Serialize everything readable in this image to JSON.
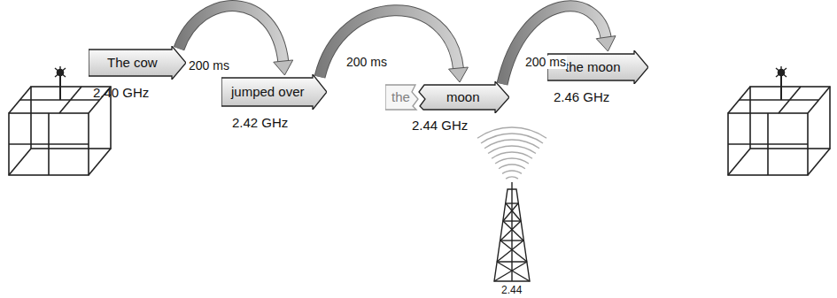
{
  "diagram": {
    "nodes": [
      {
        "text": [
          "The cow",
          "2.40 GHz"
        ]
      },
      {
        "text": [
          "jumped over",
          "2.42 GHz"
        ]
      },
      {
        "text": [
          "the",
          "moon",
          "2.44 GHz"
        ]
      },
      {
        "text": [
          "the moon",
          "2.46 GHz"
        ]
      }
    ],
    "edges": [
      {
        "from": 0,
        "to": 1,
        "label": "200 ms",
        "arrow": "to"
      },
      {
        "from": 1,
        "to": 2,
        "label": "200 ms",
        "arrow": "to"
      },
      {
        "from": 2,
        "to": 3,
        "label": "200 ms",
        "arrow": "to"
      }
    ],
    "labels": [
      "2.44"
    ]
  }
}
